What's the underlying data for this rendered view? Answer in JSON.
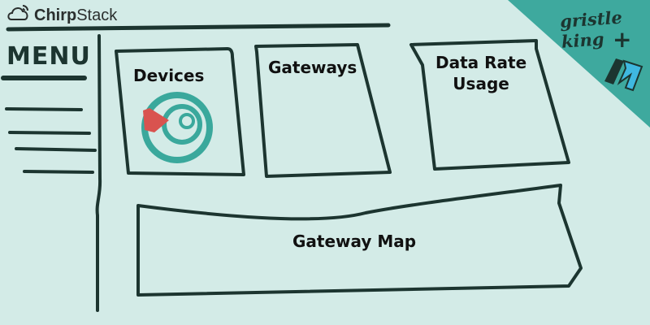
{
  "header": {
    "brand_bold": "Chirp",
    "brand_light": "Stack",
    "logo_icon": "cloud-signal-icon"
  },
  "menu": {
    "title": "MENU",
    "item_count": 4
  },
  "panels": {
    "devices": {
      "label": "Devices",
      "icon": "donut-chart-icon"
    },
    "gateways": {
      "label": "Gateways"
    },
    "data_rate": {
      "label_line1": "Data Rate",
      "label_line2": "Usage"
    },
    "gateway_map": {
      "label": "Gateway Map"
    }
  },
  "branding": {
    "partner_text": "gristle king",
    "plus": "+",
    "partner_logo_icon": "m-logo-icon"
  },
  "colors": {
    "background": "#d3ebe7",
    "accent_teal": "#3ea99e",
    "stroke": "#1c3530",
    "chart_teal": "#3aa89c",
    "chart_red": "#d9534f",
    "m_logo_blue": "#3fb8e0"
  }
}
